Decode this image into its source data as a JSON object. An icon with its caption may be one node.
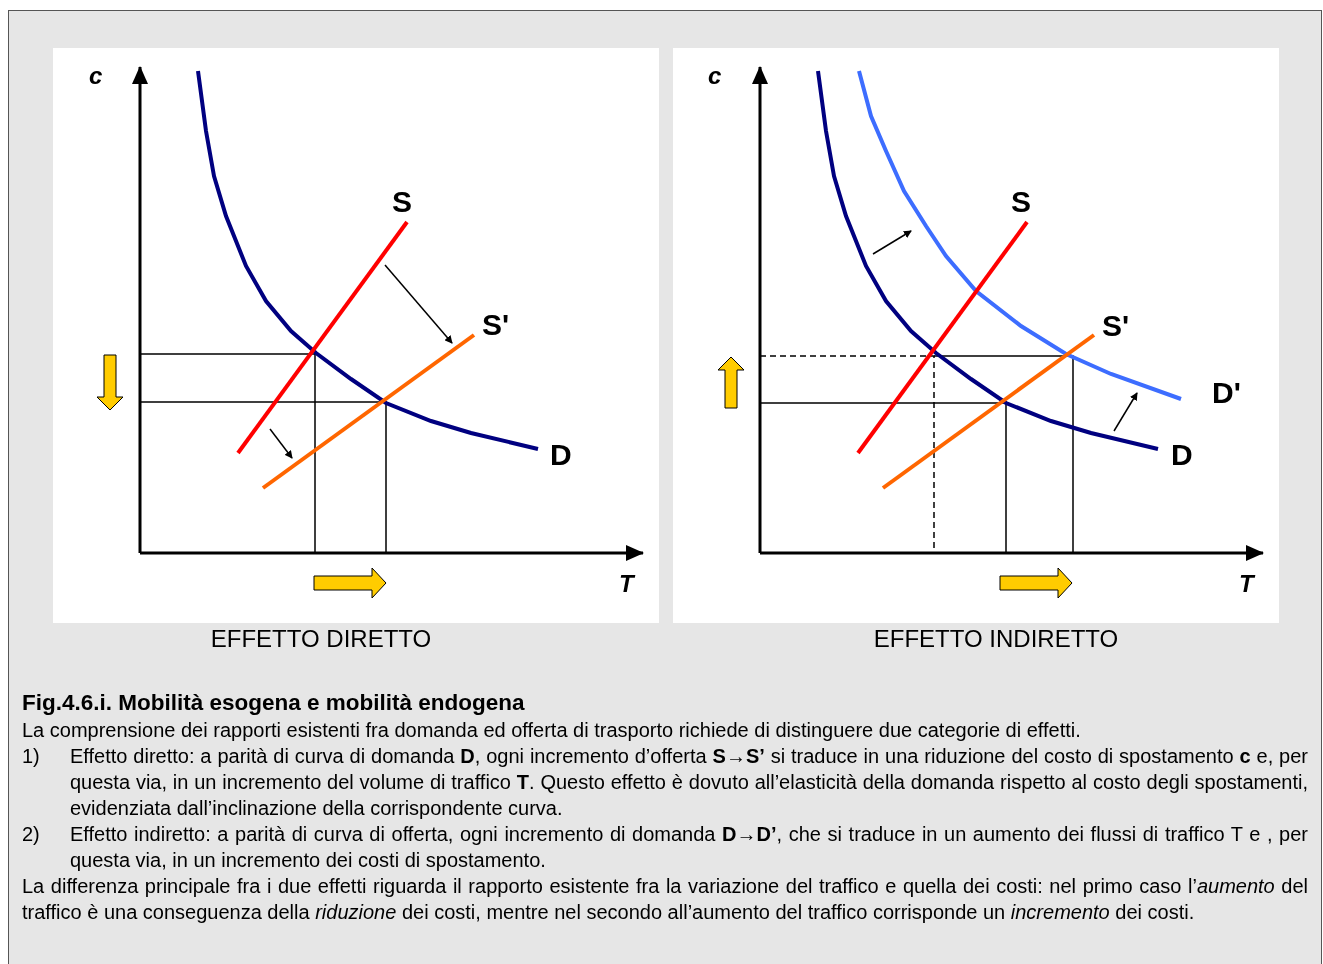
{
  "diagram": {
    "title": "Fig.4.6.i. Mobilità esogena e mobilità endogena",
    "labels": [
      "c",
      "S",
      "S'",
      "D",
      "T",
      "EFFETTO DIRETTO",
      "c",
      "S",
      "S'",
      "D'",
      "D",
      "T",
      "EFFETTO INDIRETTO",
      "La comprensione dei rapporti esistenti fra domanda ed offerta di trasporto richiede di distinguere due categorie di effetti.",
      "1)",
      "Effetto diretto: a parità di curva di domanda **D**, ogni incremento d’offerta **S→S’** si traduce in una riduzione del costo di spostamento **c** e, per questa via, in un incremento del volume di traffico **T**. Questo effetto è dovuto all’elasticità della domanda rispetto al costo degli spostamenti, evidenziata dall’inclinazione della corrispondente curva.",
      "2)",
      "Effetto indiretto: a parità di curva di offerta, ogni incremento di domanda **D→D’**, che si traduce in un aumento dei flussi di traffico T e , per questa via, in un incremento dei costi di spostamento.",
      "La differenza principale fra i due effetti riguarda il rapporto esistente fra la variazione del traffico e quella dei costi: nel primo caso l’*aumento* del traffico è una conseguenza della *riduzione* dei costi, mentre nel secondo all’aumento del traffico corrisponde un *incremento* dei costi."
    ]
  }
}
